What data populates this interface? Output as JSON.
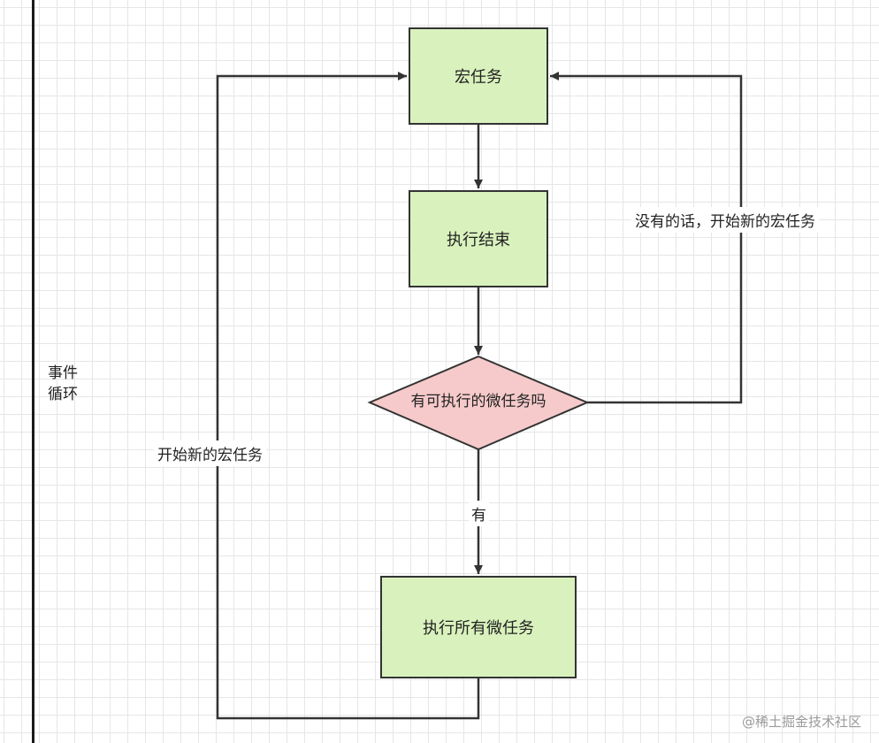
{
  "sidebar": {
    "label": "事件\n循环"
  },
  "nodes": {
    "macro_task": "宏任务",
    "execution_done": "执行结束",
    "has_micro_task": "有可执行的微任务吗",
    "run_all_micro": "执行所有微任务"
  },
  "edges": {
    "no_branch": "没有的话，开始新的宏任务",
    "loop_back": "开始新的宏任务",
    "yes_branch": "有"
  },
  "watermark": "@稀土掘金技术社区",
  "colors": {
    "process_fill": "#d9f2bd",
    "decision_fill": "#f6caca",
    "stroke": "#333333"
  }
}
